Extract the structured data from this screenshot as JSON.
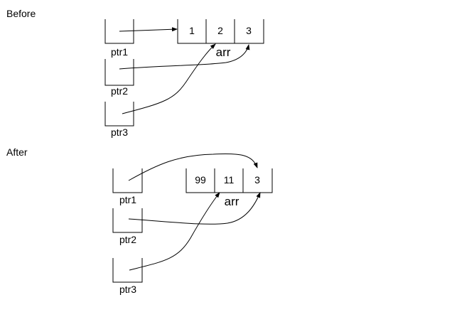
{
  "before": {
    "title": "Before",
    "pointers": [
      "ptr1",
      "ptr2",
      "ptr3"
    ],
    "array_label": "arr",
    "array_values": [
      "1",
      "2",
      "3"
    ],
    "arrows": [
      {
        "from": "ptr1",
        "to": "arr[0]"
      },
      {
        "from": "ptr2",
        "to": "arr[2]"
      },
      {
        "from": "ptr3",
        "to": "arr[1]"
      }
    ]
  },
  "after": {
    "title": "After",
    "pointers": [
      "ptr1",
      "ptr2",
      "ptr3"
    ],
    "array_label": "arr",
    "array_values": [
      "99",
      "11",
      "3"
    ],
    "arrows": [
      {
        "from": "ptr1",
        "to": "arr[2]"
      },
      {
        "from": "ptr2",
        "to": "arr[2]"
      },
      {
        "from": "ptr3",
        "to": "arr[1]"
      }
    ]
  }
}
